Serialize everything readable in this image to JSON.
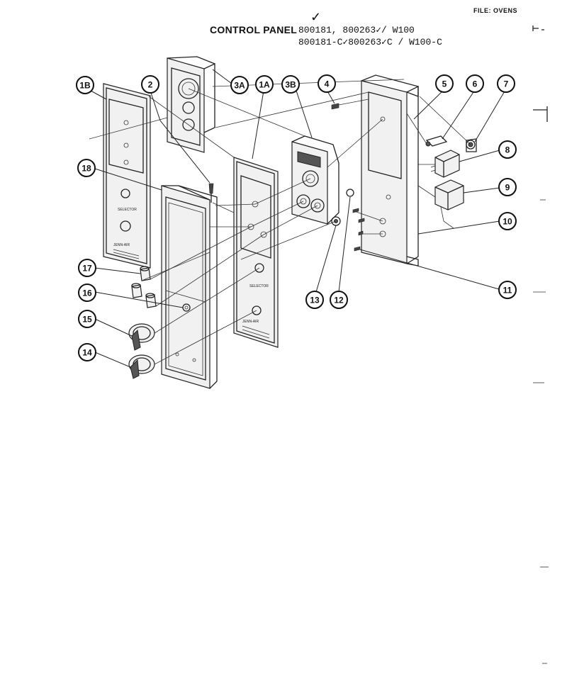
{
  "header": {
    "file_label": "FILE: OVENS",
    "title": "CONTROL PANEL",
    "models_line1": "800181, 800263✓/ W100",
    "models_line2": "800181-C✓800263✓C / W100-C",
    "check_mark": "✓"
  },
  "callouts": [
    "1B",
    "2",
    "3A",
    "1A",
    "3B",
    "4",
    "5",
    "6",
    "7",
    "8",
    "9",
    "10",
    "11",
    "12",
    "13",
    "14",
    "15",
    "16",
    "17",
    "18"
  ],
  "panel_text": {
    "selector": "SELECTOR",
    "brand": "JENN-AIR"
  }
}
